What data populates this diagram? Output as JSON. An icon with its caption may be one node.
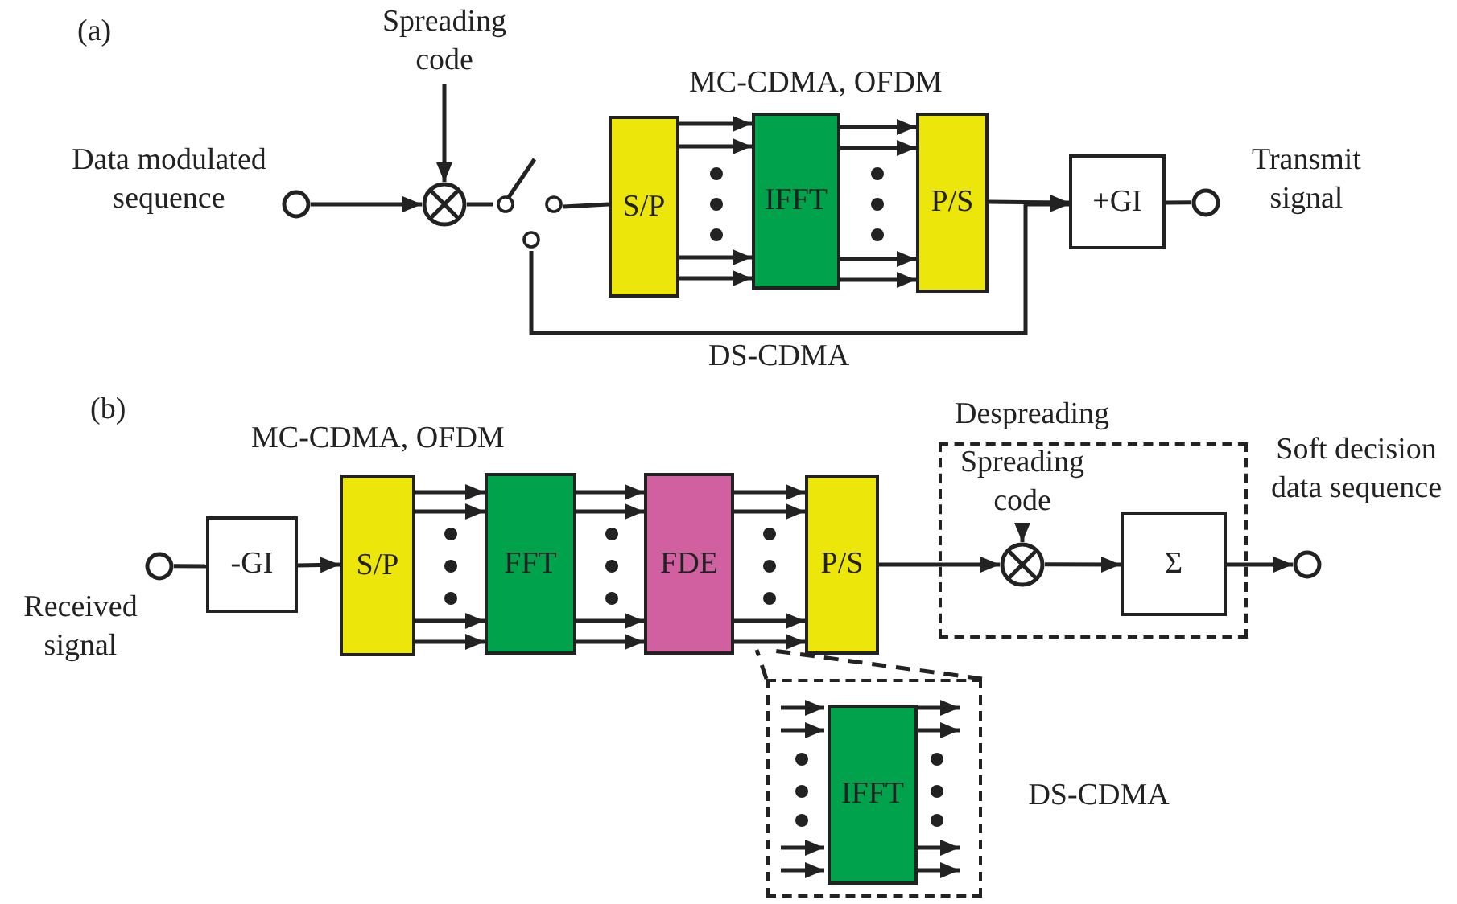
{
  "diagram": {
    "nodes": [
      {
        "text": [
          "Spreading code"
        ]
      },
      {
        "text": [],
        "shape": "circle",
        "beside": [
          "Data modulated sequence"
        ]
      },
      {
        "text": [],
        "shape": "circle"
      },
      {
        "text": [],
        "shape": "switch"
      },
      {
        "text": [
          "S/P"
        ]
      },
      {
        "text": [
          "IFFT"
        ]
      },
      {
        "text": [
          "P/S"
        ]
      },
      {
        "text": [
          "+GI"
        ]
      },
      {
        "text": [],
        "shape": "circle",
        "beside": [
          "Transmit signal"
        ]
      },
      {
        "text": [],
        "shape": "circle",
        "beside": [
          "Received signal"
        ]
      },
      {
        "text": [
          "-GI"
        ]
      },
      {
        "text": [
          "S/P"
        ]
      },
      {
        "text": [
          "FFT"
        ]
      },
      {
        "text": [
          "FDE"
        ]
      },
      {
        "text": [
          "P/S"
        ]
      },
      {
        "text": [
          "Despreading"
        ]
      },
      {
        "text": [
          "Spreading code"
        ],
        "in": 15
      },
      {
        "text": [],
        "shape": "circle",
        "in": 15
      },
      {
        "text": [
          "Σ"
        ],
        "in": 15
      },
      {
        "text": [],
        "shape": "circle",
        "beside": [
          "Soft decision data sequence"
        ]
      },
      {
        "text": [],
        "shape": "box",
        "beside": [
          "DS-CDMA"
        ]
      },
      {
        "text": [
          "IFFT"
        ],
        "in": 20
      }
    ],
    "edges": [
      {
        "from": 0,
        "to": 2,
        "arrow": "to"
      },
      {
        "from": 1,
        "to": 2,
        "arrow": "to"
      },
      {
        "from": 2,
        "to": 3,
        "arrow": "none"
      },
      {
        "from": 3,
        "to": 4,
        "arrow": "none"
      },
      {
        "from": 4,
        "to": 5,
        "arrow": "to"
      },
      {
        "from": 4,
        "to": 5,
        "arrow": "to"
      },
      {
        "from": 4,
        "to": 5,
        "arrow": "to"
      },
      {
        "from": 4,
        "to": 5,
        "arrow": "to"
      },
      {
        "from": 5,
        "to": 6,
        "arrow": "to"
      },
      {
        "from": 5,
        "to": 6,
        "arrow": "to"
      },
      {
        "from": 5,
        "to": 6,
        "arrow": "to"
      },
      {
        "from": 5,
        "to": 6,
        "arrow": "to"
      },
      {
        "from": 6,
        "to": 7,
        "arrow": "to"
      },
      {
        "from": 3,
        "to": 7,
        "arrow": "to",
        "label": "DS-CDMA"
      },
      {
        "from": 7,
        "to": 8,
        "arrow": "none"
      },
      {
        "from": 9,
        "to": 10,
        "arrow": "none"
      },
      {
        "from": 10,
        "to": 11,
        "arrow": "to"
      },
      {
        "from": 11,
        "to": 12,
        "arrow": "to"
      },
      {
        "from": 11,
        "to": 12,
        "arrow": "to"
      },
      {
        "from": 11,
        "to": 12,
        "arrow": "to"
      },
      {
        "from": 11,
        "to": 12,
        "arrow": "to"
      },
      {
        "from": 12,
        "to": 13,
        "arrow": "to"
      },
      {
        "from": 12,
        "to": 13,
        "arrow": "to"
      },
      {
        "from": 12,
        "to": 13,
        "arrow": "to"
      },
      {
        "from": 12,
        "to": 13,
        "arrow": "to"
      },
      {
        "from": 13,
        "to": 14,
        "arrow": "to"
      },
      {
        "from": 13,
        "to": 14,
        "arrow": "to"
      },
      {
        "from": 13,
        "to": 14,
        "arrow": "to"
      },
      {
        "from": 13,
        "to": 14,
        "arrow": "to"
      },
      {
        "from": 14,
        "to": 17,
        "arrow": "to"
      },
      {
        "from": 16,
        "to": 17,
        "arrow": "to"
      },
      {
        "from": 17,
        "to": 18,
        "arrow": "to"
      },
      {
        "from": 18,
        "to": 19,
        "arrow": "to"
      },
      {
        "from": 20,
        "to": null,
        "arrow": "none",
        "style": "dashed"
      },
      {
        "from": 20,
        "to": null,
        "arrow": "none",
        "style": "dashed"
      },
      {
        "from": null,
        "to": 21,
        "arrow": "to"
      },
      {
        "from": null,
        "to": 21,
        "arrow": "to"
      },
      {
        "from": null,
        "to": 21,
        "arrow": "to"
      },
      {
        "from": null,
        "to": 21,
        "arrow": "to"
      },
      {
        "from": 21,
        "to": null,
        "arrow": "to"
      },
      {
        "from": 21,
        "to": null,
        "arrow": "to"
      },
      {
        "from": 21,
        "to": null,
        "arrow": "to"
      },
      {
        "from": 21,
        "to": null,
        "arrow": "to"
      }
    ],
    "labels": [
      "(a)",
      "MC-CDMA, OFDM",
      "(b)",
      "MC-CDMA, OFDM"
    ]
  }
}
